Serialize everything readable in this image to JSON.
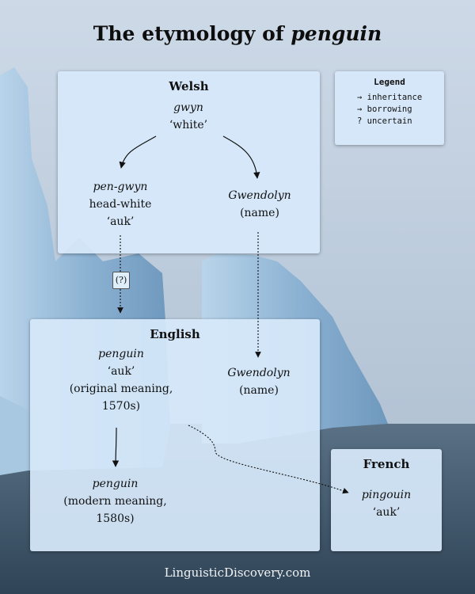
{
  "title": {
    "prefix": "The etymology of",
    "emphasis": "penguin"
  },
  "legend": {
    "title": "Legend",
    "items": [
      "→ inheritance",
      "→ borrowing",
      "? uncertain"
    ]
  },
  "welsh": {
    "label": "Welsh",
    "root": {
      "form": "gwyn",
      "gloss": "‘white’"
    },
    "pengwyn": {
      "form": "pen-gwyn",
      "lines": [
        "head-white",
        "‘auk’"
      ]
    },
    "gwendolyn": {
      "form": "Gwendolyn",
      "lines": [
        "(name)"
      ]
    }
  },
  "uncertain_marker": "(?)",
  "english": {
    "label": "English",
    "penguin_original": {
      "form": "penguin",
      "lines": [
        "‘auk’",
        "(original meaning,",
        "1570s)"
      ]
    },
    "gwendolyn": {
      "form": "Gwendolyn",
      "lines": [
        "(name)"
      ]
    },
    "penguin_modern": {
      "form": "penguin",
      "lines": [
        "(modern meaning,",
        "1580s)"
      ]
    }
  },
  "french": {
    "label": "French",
    "pingouin": {
      "form": "pingouin",
      "lines": [
        "‘auk’"
      ]
    }
  },
  "footer": "LinguisticDiscovery.com",
  "colors": {
    "panel": "#d6e8fa",
    "sky": "#c9d6e4",
    "sea": "#40566b",
    "ice": "#9fc1dc"
  }
}
